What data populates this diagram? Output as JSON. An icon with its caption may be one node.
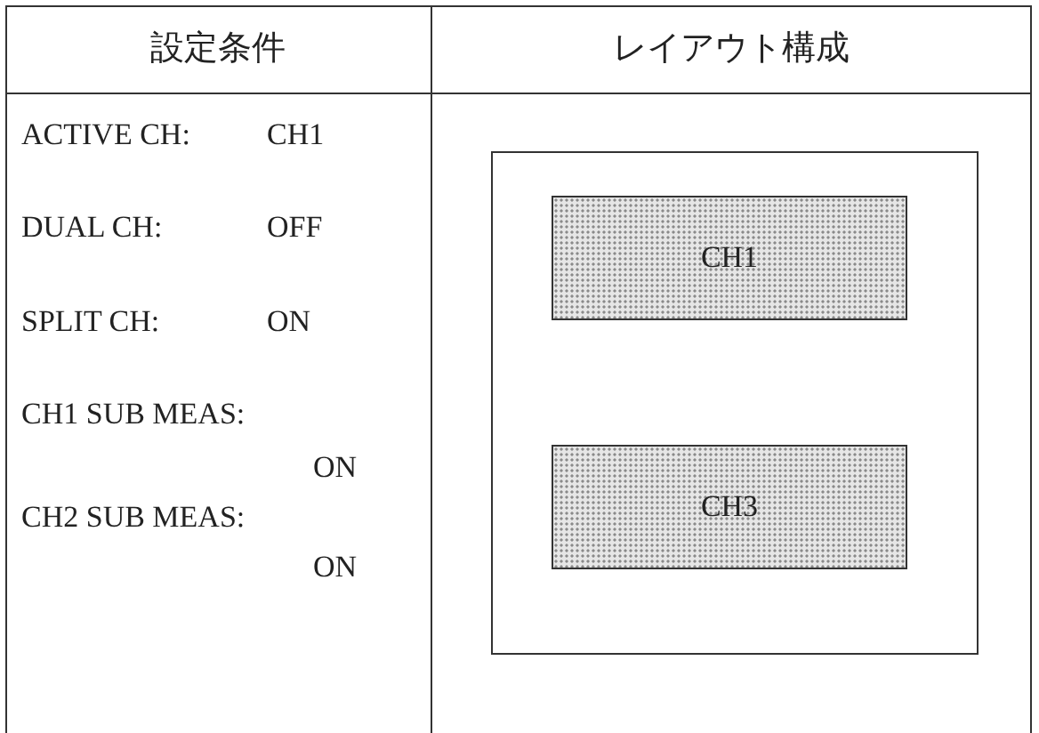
{
  "diagram": {
    "nodes": [
      {
        "text": [],
        "shape": "box"
      },
      {
        "text": [
          "CH1"
        ],
        "in": 0
      },
      {
        "text": [
          "CH3"
        ],
        "in": 0
      }
    ],
    "labels": [
      "設定条件",
      "レイアウト構成",
      "ACTIVE CH:",
      "CH1",
      "DUAL CH:",
      "OFF",
      "SPLIT CH:",
      "ON",
      "CH1 SUB MEAS:",
      "ON",
      "CH2 SUB MEAS:",
      "ON"
    ]
  }
}
